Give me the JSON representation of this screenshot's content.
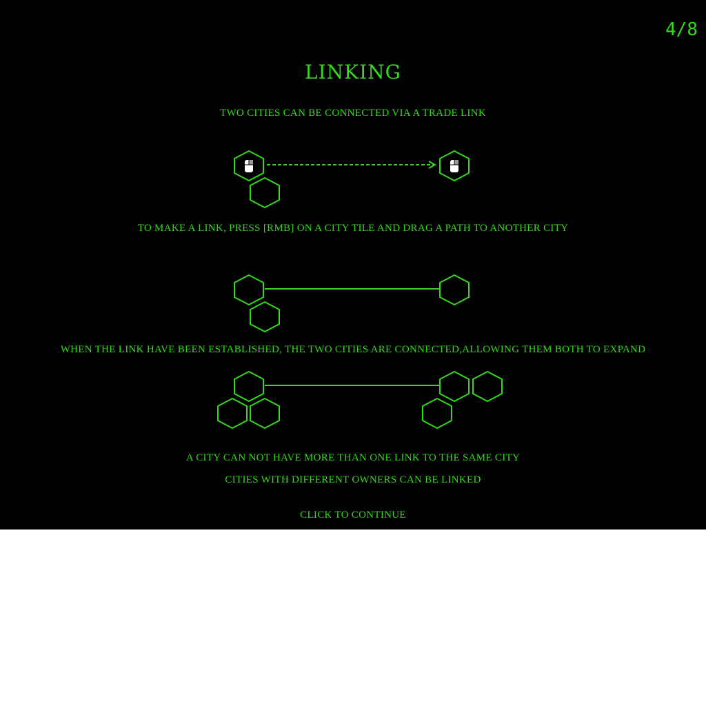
{
  "page_counter": "4/8",
  "title": "LINKING",
  "lines": {
    "intro": "TWO CITIES CAN BE CONNECTED VIA A TRADE LINK",
    "make_link": "TO MAKE A LINK, PRESS [RMB] ON A CITY TILE AND DRAG A PATH TO ANOTHER CITY",
    "established": "WHEN THE LINK HAVE BEEN ESTABLISHED, THE TWO CITIES ARE CONNECTED,ALLOWING THEM BOTH TO EXPAND",
    "one_link": "A CITY CAN NOT HAVE MORE THAN ONE LINK TO THE SAME CITY",
    "owners": "CITIES WITH DIFFERENT OWNERS CAN BE LINKED"
  },
  "continue_label": "CLICK TO CONTINUE",
  "colors": {
    "background": "#000000",
    "accent": "#33d91a",
    "icon": "#ffffff"
  },
  "icons": {
    "mouse": "mouse-rmb-icon",
    "tile": "hex-tile-icon",
    "arrow": "arrow-right-icon"
  }
}
